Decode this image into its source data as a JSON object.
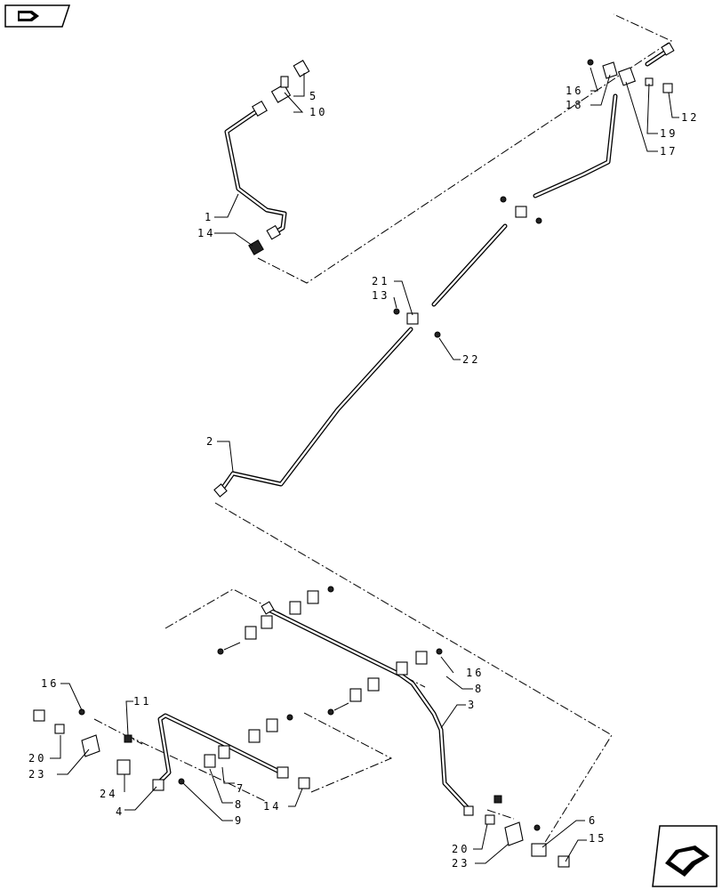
{
  "callouts": {
    "c1": "1",
    "c2": "2",
    "c3": "3",
    "c4": "4",
    "c5": "5",
    "c6": "6",
    "c7": "7",
    "c8a": "8",
    "c8b": "8",
    "c9": "9",
    "c10": "10",
    "c11": "11",
    "c12": "12",
    "c13": "13",
    "c14a": "14",
    "c14b": "14",
    "c15": "15",
    "c16a": "16",
    "c16b": "16",
    "c16c": "16",
    "c17": "17",
    "c18": "18",
    "c19": "19",
    "c20a": "20",
    "c20b": "20",
    "c21": "21",
    "c22": "22",
    "c23a": "23",
    "c23b": "23",
    "c24": "24"
  },
  "icons": {
    "top_left": "previous-page-icon",
    "bottom_right": "next-page-icon"
  }
}
